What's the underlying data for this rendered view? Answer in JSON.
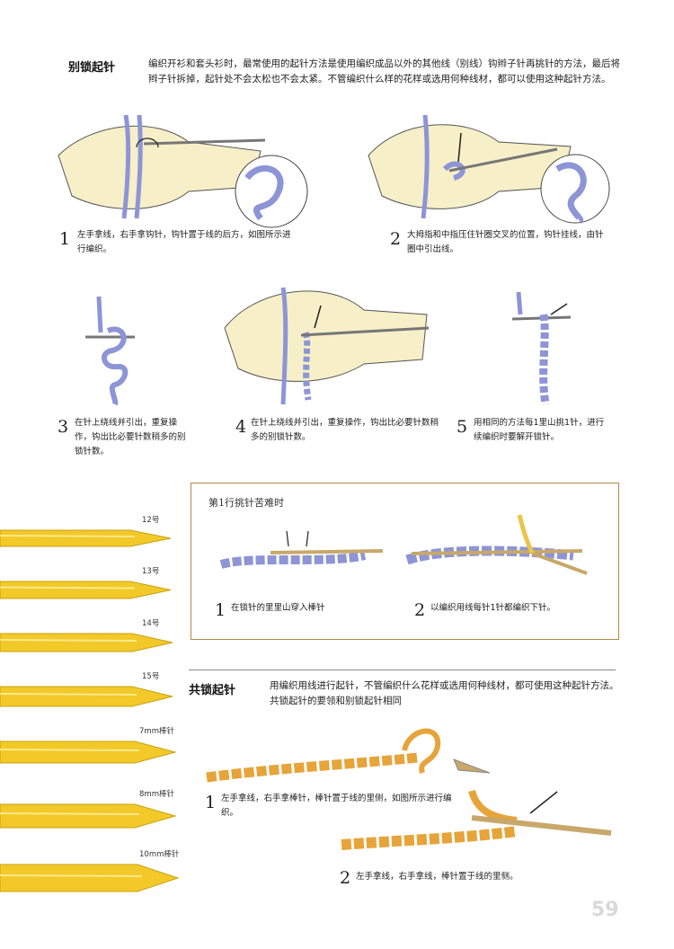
{
  "section1": {
    "title": "别锁起针",
    "intro": "编织开衫和套头衫时，最常使用的起针方法是使用编织成品以外的其他线（别线）钩辫子针再挑针的方法，最后将辫子针拆掉，起针处不会太松也不会太紧。不管编织什么样的花样或选用何种线材，都可以使用这种起针方法。",
    "steps": [
      {
        "num": "1",
        "text": "左手拿线，右手拿钩针，钩针置于线的后方，如图所示进行编织。"
      },
      {
        "num": "2",
        "text": "大拇指和中指压住针圈交叉的位置，钩针挂线，由针圈中引出线。"
      },
      {
        "num": "3",
        "text": "在针上绕线并引出，重复操作，钩出比必要针数稍多的别锁针数。"
      },
      {
        "num": "4",
        "text": "在针上绕线并引出，重复操作，钩出比必要针数稍多的别锁针数。"
      },
      {
        "num": "5",
        "text": "用相同的方法每1里山挑1针，进行续编织时要解开锁针。"
      }
    ]
  },
  "box": {
    "title": "第1行挑针苦难时",
    "steps": [
      {
        "num": "1",
        "text": "在锁针的里里山穿入棒针"
      },
      {
        "num": "2",
        "text": "以编织用线每针1针都编织下针。"
      }
    ]
  },
  "needles": [
    {
      "label": "12号"
    },
    {
      "label": "13号"
    },
    {
      "label": "14号"
    },
    {
      "label": "15号"
    },
    {
      "label": "7mm棒针"
    },
    {
      "label": "8mm棒针"
    },
    {
      "label": "10mm棒针"
    }
  ],
  "section2": {
    "title": "共锁起针",
    "intro": "用编织用线进行起针，不管编织什么花样或选用何种线材，都可使用这种起针方法。共锁起针的要领和别锁起针相同",
    "steps": [
      {
        "num": "1",
        "text": "左手拿线，右手拿棒针，棒针置于线的里侧，如图所示进行编织。"
      },
      {
        "num": "2",
        "text": "左手拿线，右手拿线，棒针置于线的里侧。"
      }
    ]
  },
  "page_number": "59",
  "colors": {
    "yarn_blue": "#8d95d6",
    "yarn_orange": "#e7a43a",
    "needle_yellow": "#f2c928",
    "skin": "#f6efc8",
    "border": "#b08a4a"
  }
}
